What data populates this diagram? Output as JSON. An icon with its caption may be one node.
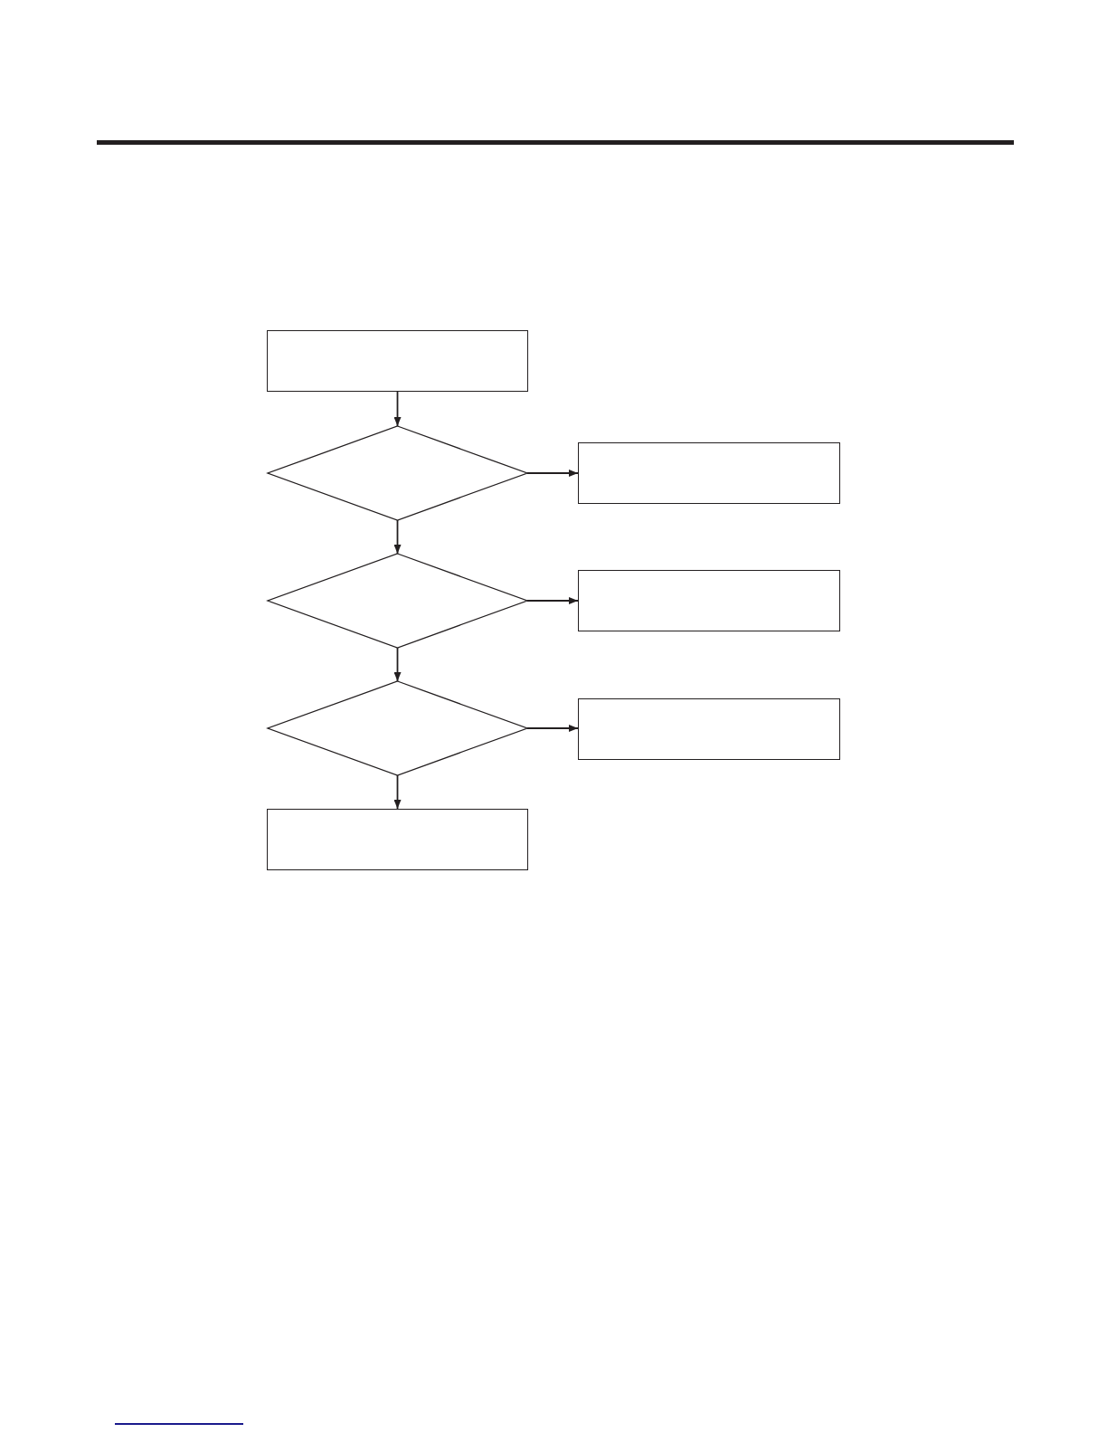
{
  "diagram": {
    "nodes": [
      {
        "text": [],
        "shape": "box"
      },
      {
        "text": [],
        "shape": "diamond"
      },
      {
        "text": [],
        "shape": "box"
      },
      {
        "text": [],
        "shape": "diamond"
      },
      {
        "text": [],
        "shape": "box"
      },
      {
        "text": [],
        "shape": "diamond"
      },
      {
        "text": [],
        "shape": "box"
      },
      {
        "text": [],
        "shape": "box"
      }
    ],
    "edges": [
      {
        "from": 0,
        "to": 1,
        "arrow": "to"
      },
      {
        "from": 1,
        "to": 2,
        "arrow": "to"
      },
      {
        "from": 1,
        "to": 3,
        "arrow": "to"
      },
      {
        "from": 3,
        "to": 4,
        "arrow": "to"
      },
      {
        "from": 3,
        "to": 5,
        "arrow": "to"
      },
      {
        "from": 5,
        "to": 6,
        "arrow": "to"
      },
      {
        "from": 5,
        "to": 7,
        "arrow": "to"
      }
    ]
  }
}
